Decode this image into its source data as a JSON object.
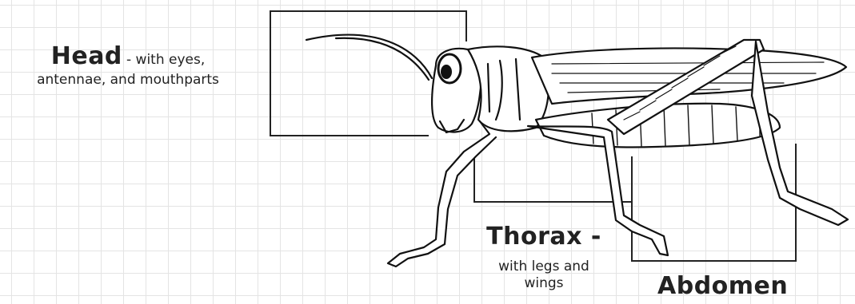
{
  "labels": {
    "head": {
      "title": "Head",
      "description_part1": "- with eyes,",
      "description_part2": "antennae, and mouthparts"
    },
    "thorax": {
      "title": "Thorax -",
      "description_part1": "with legs and",
      "description_part2": "wings"
    },
    "abdomen": {
      "title": "Abdomen"
    }
  }
}
